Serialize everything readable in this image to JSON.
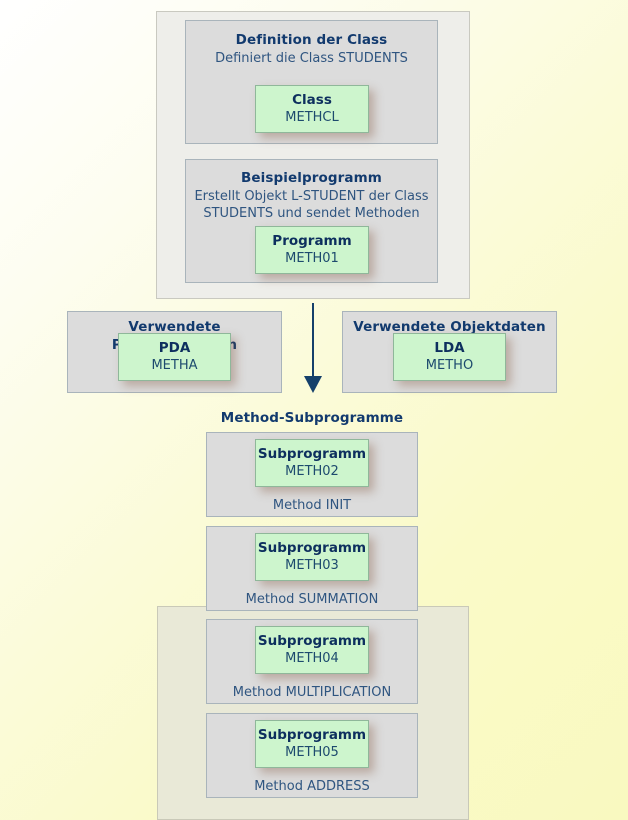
{
  "diagram": {
    "title_hidden": "",
    "colors": {
      "background_top": "#ffffff",
      "background_bottom": "#f9f9c0",
      "panel_outer": "#eeeeea",
      "panel_tinted": "#e9e9d7",
      "panel_gray": "#dcdcdc",
      "green_box": "#cdf5cd",
      "green_border": "#8fb79a",
      "title_text": "#123a6e",
      "body_text": "#2f5580",
      "arrow": "#15406b"
    },
    "top_group": {
      "blocks": [
        {
          "title": "Definition der Class",
          "description": "Definiert die Class STUDENTS",
          "box": {
            "name": "Class",
            "member": "METHCL"
          }
        },
        {
          "title": "Beispielprogramm",
          "description_line1": "Erstellt Objekt L-STUDENT der Class",
          "description_line2": "STUDENTS und sendet Methoden",
          "box": {
            "name": "Programm",
            "member": "METH01"
          }
        }
      ]
    },
    "data_row": [
      {
        "title": "Verwendete Parameterdaten",
        "box": {
          "name": "PDA",
          "member": "METHA"
        }
      },
      {
        "title": "Verwendete Objektdaten",
        "box": {
          "name": "LDA",
          "member": "METHO"
        }
      }
    ],
    "arrow": {
      "icon": "arrow-down-icon",
      "direction": "down"
    },
    "subprograms_heading": "Method-Subprogramme",
    "subprograms": [
      {
        "box": {
          "name": "Subprogramm",
          "member": "METH02"
        },
        "caption": "Method INIT"
      },
      {
        "box": {
          "name": "Subprogramm",
          "member": "METH03"
        },
        "caption": "Method SUMMATION"
      },
      {
        "box": {
          "name": "Subprogramm",
          "member": "METH04"
        },
        "caption": "Method MULTIPLICATION"
      },
      {
        "box": {
          "name": "Subprogramm",
          "member": "METH05"
        },
        "caption": "Method ADDRESS"
      }
    ]
  }
}
